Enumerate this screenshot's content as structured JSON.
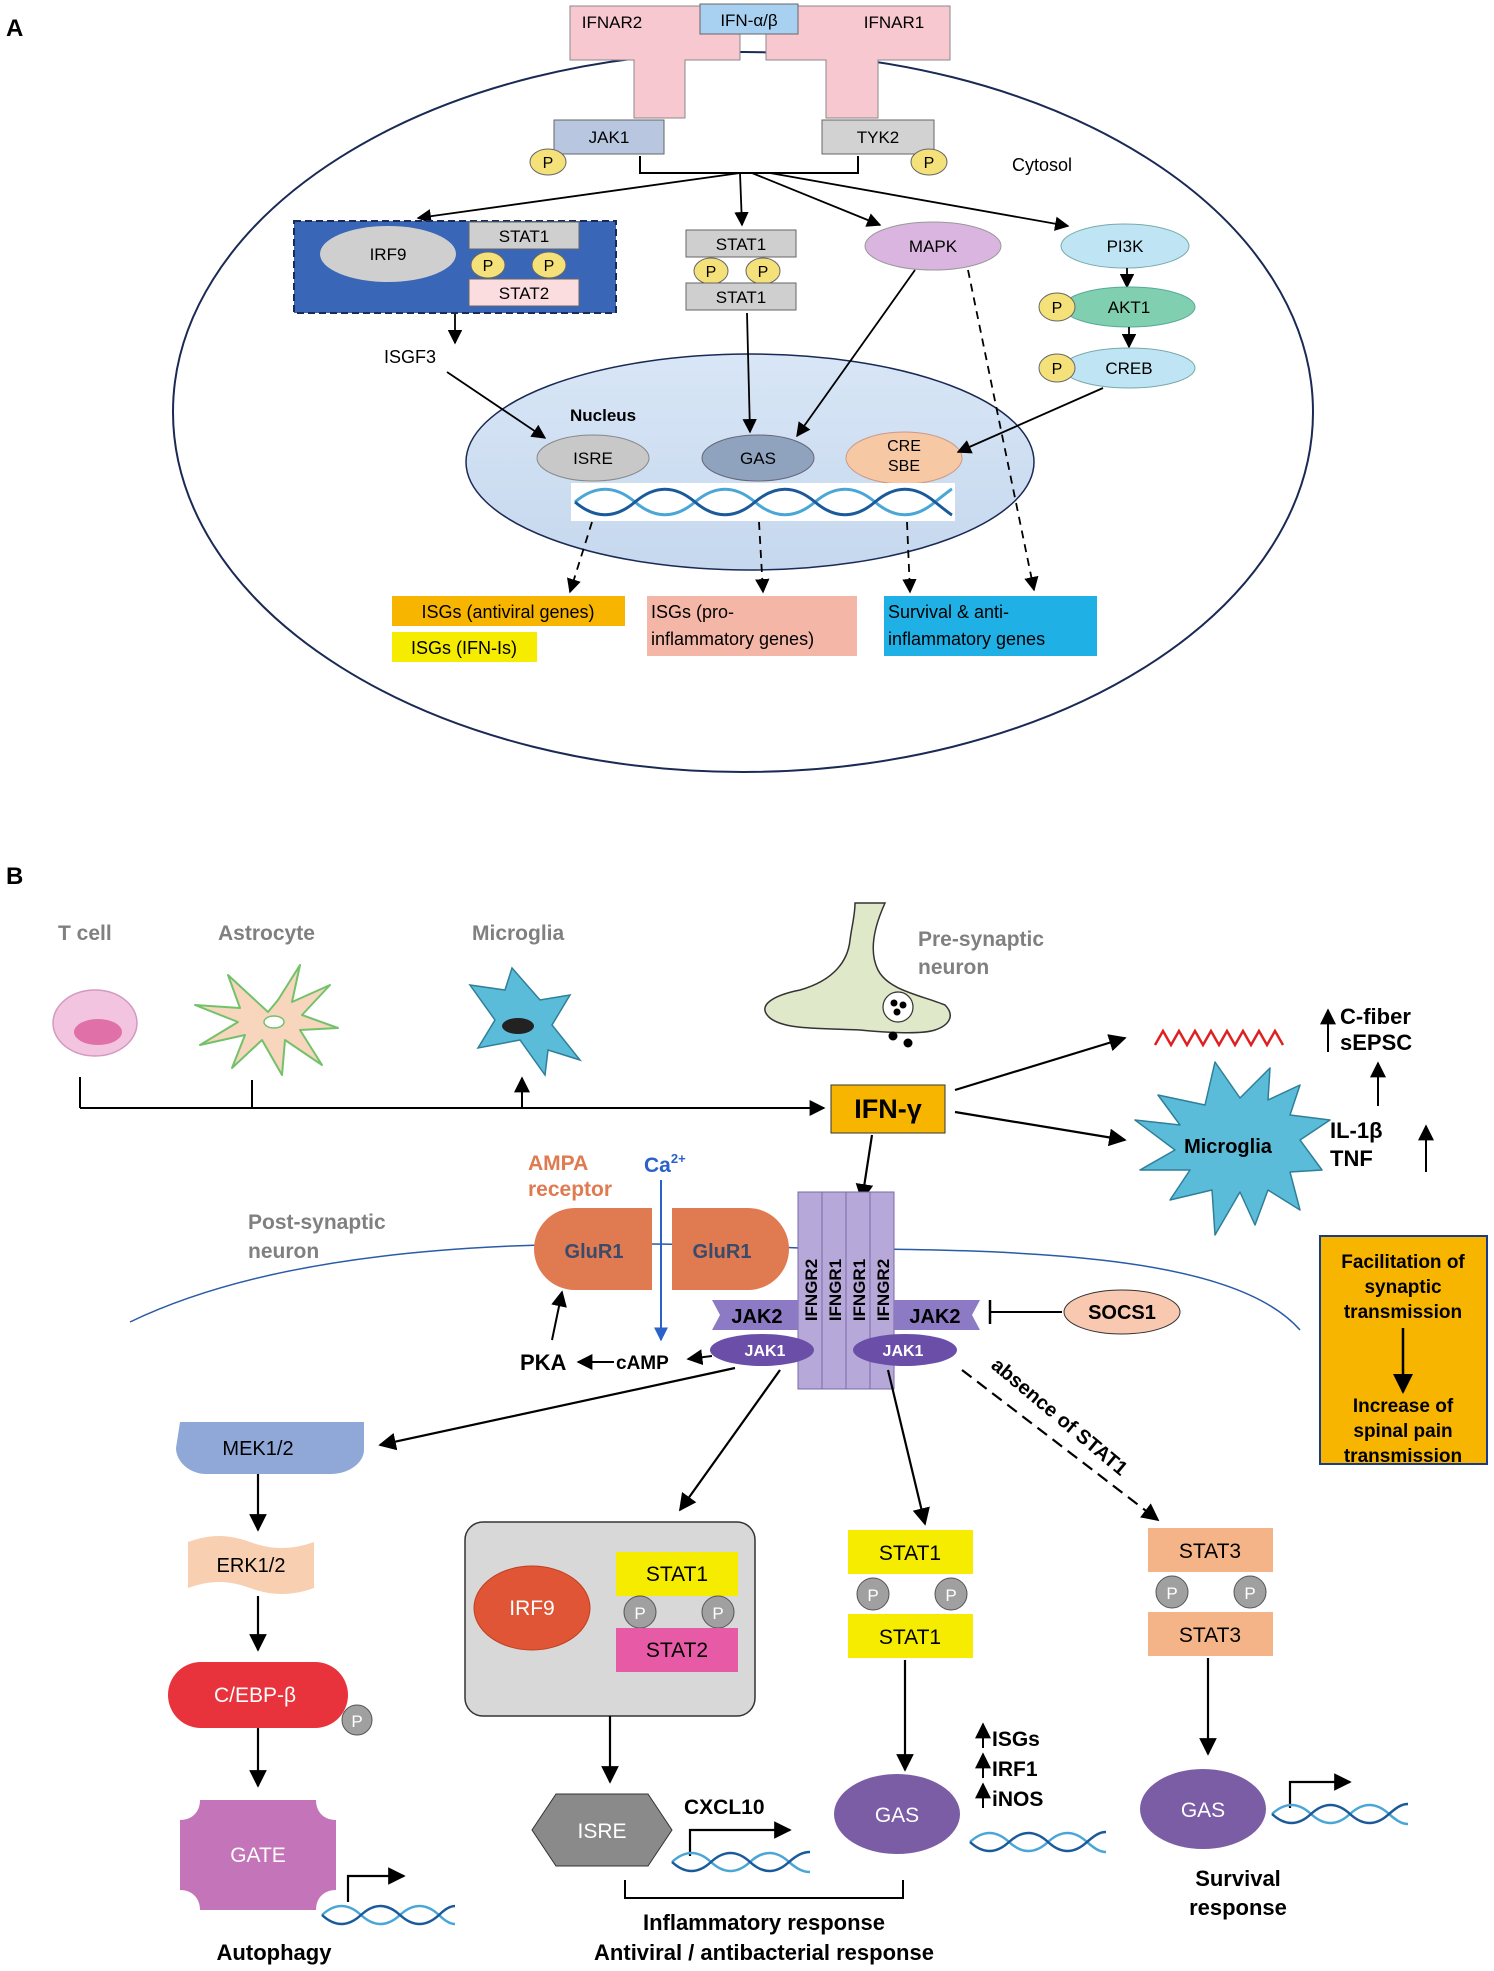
{
  "panel_a": {
    "panel_label": "A",
    "receptors": {
      "ifnar2": "IFNAR2",
      "ligand": "IFN-α/β",
      "ifnar1": "IFNAR1"
    },
    "kinases": {
      "jak1": "JAK1",
      "tyk2": "TYK2",
      "p": "P"
    },
    "cytosol_label": "Cytosol",
    "complex": {
      "irf9": "IRF9",
      "stat1": "STAT1",
      "stat2": "STAT2"
    },
    "dimer": {
      "stat1_top": "STAT1",
      "stat1_bottom": "STAT1"
    },
    "mapk": "MAPK",
    "pi3k": "PI3K",
    "akt1": "AKT1",
    "creb": "CREB",
    "isgf3": "ISGF3",
    "nucleus_label": "Nucleus",
    "isre": "ISRE",
    "gas": "GAS",
    "cre_line1": "CRE",
    "cre_line2": "SBE",
    "out_antiviral": "ISGs (antiviral genes)",
    "out_ifnls": "ISGs (IFN-Is)",
    "out_pro_line1": "ISGs (pro-",
    "out_pro_line2": "inflammatory genes)",
    "out_surv_line1": "Survival & anti-",
    "out_surv_line2": "inflammatory genes",
    "colors": {
      "receptor": "#f8c8d0",
      "complex_bg": "#3a66b8",
      "output_orange": "#f7b500",
      "output_yellow": "#f5ec00",
      "output_salmon": "#f4b6a6",
      "output_blue": "#1fb0e6"
    }
  },
  "panel_b": {
    "panel_label": "B",
    "t_cell": "T cell",
    "astrocyte": "Astrocyte",
    "microglia_top": "Microglia",
    "presyn_line1": "Pre-synaptic",
    "presyn_line2": "neuron",
    "c_fiber": "C-fiber",
    "sepsc": "sEPSC",
    "ifn_gamma": "IFN-γ",
    "microglia_right": "Microglia",
    "il1b": "IL-1β",
    "tnf": "TNF",
    "ampa_line1": "AMPA",
    "ampa_line2": "receptor",
    "ca_base": "Ca",
    "ca_sup": "2+",
    "postsyn_line1": "Post-synaptic",
    "postsyn_line2": "neuron",
    "glur1_left": "GluR1",
    "glur1_right": "GluR1",
    "ifngr2": "IFNGR2",
    "ifngr1": "IFNGR1",
    "jak2": "JAK2",
    "jak1": "JAK1",
    "socs1": "SOCS1",
    "pka": "PKA",
    "camp": "cAMP",
    "absence": "absence of STAT1",
    "box_line1": "Facilitation of",
    "box_line2": "synaptic",
    "box_line3": "transmission",
    "box_line4": "Increase of",
    "box_line5": "spinal pain",
    "box_line6": "transmission",
    "mek": "MEK1/2",
    "erk": "ERK1/2",
    "cebp": "C/EBP-β",
    "gate": "GATE",
    "autophagy": "Autophagy",
    "irf9": "IRF9",
    "stat1": "STAT1",
    "stat2": "STAT2",
    "stat3": "STAT3",
    "p": "P",
    "isre": "ISRE",
    "cxcl10": "CXCL10",
    "gas": "GAS",
    "isgs": "ISGs",
    "irf1": "IRF1",
    "inos": "iNOS",
    "survival_line1": "Survival",
    "survival_line2": "response",
    "inflam": "Inflammatory  response",
    "antiviral": "Antiviral / antibacterial response",
    "colors": {
      "ifn_box": "#f7b500",
      "microglia": "#5bbcd9",
      "glur": "#e07a50",
      "receptor_chain": "#b6a8d8",
      "jak": "#8c7ac4",
      "stat_yellow": "#f5ec00",
      "stat2_pink": "#e75aa5",
      "stat3_orange": "#f4b487",
      "gas_purple": "#7b5da6",
      "mek_blue": "#8fa8d8",
      "cebp_red": "#e8323c",
      "gate_purple": "#c474b8",
      "irf9_red": "#e05535"
    }
  }
}
